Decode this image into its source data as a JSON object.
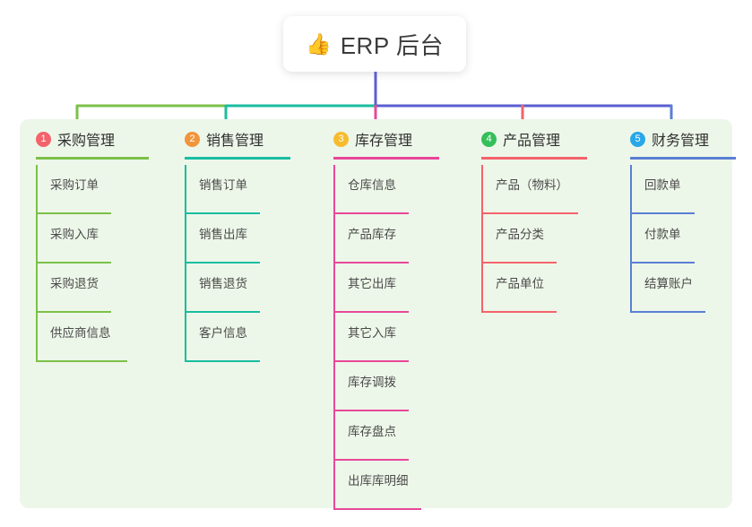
{
  "root": {
    "icon": "thumbs-up-icon",
    "icon_glyph": "👍",
    "title": "ERP 后台"
  },
  "colors": {
    "panel_bg": "#edf7e9",
    "page_bg": "#ffffff",
    "root_line": "#5a5fd0",
    "green": "#7cc04a",
    "teal": "#19bda0",
    "pink": "#e8479a",
    "red": "#f4626b",
    "blue": "#5b7fd4",
    "badge1": "#f4626b",
    "badge2": "#f2943c",
    "badge3": "#f6bc2e",
    "badge4": "#35bf5a",
    "badge5": "#2aa7e8"
  },
  "columns": [
    {
      "index": "1",
      "badge_color": "#f4626b",
      "line_color": "#7cc04a",
      "title": "采购管理",
      "head_rule_width": 126,
      "items": [
        {
          "label": "采购订单",
          "rule_width": 84
        },
        {
          "label": "采购入库",
          "rule_width": 84
        },
        {
          "label": "采购退货",
          "rule_width": 84
        },
        {
          "label": "供应商信息",
          "rule_width": 102
        }
      ]
    },
    {
      "index": "2",
      "badge_color": "#f2943c",
      "line_color": "#19bda0",
      "title": "销售管理",
      "head_rule_width": 118,
      "items": [
        {
          "label": "销售订单",
          "rule_width": 84
        },
        {
          "label": "销售出库",
          "rule_width": 84
        },
        {
          "label": "销售退货",
          "rule_width": 84
        },
        {
          "label": "客户信息",
          "rule_width": 84
        }
      ]
    },
    {
      "index": "3",
      "badge_color": "#f6bc2e",
      "line_color": "#e8479a",
      "title": "库存管理",
      "head_rule_width": 118,
      "items": [
        {
          "label": "仓库信息",
          "rule_width": 84
        },
        {
          "label": "产品库存",
          "rule_width": 84
        },
        {
          "label": "其它出库",
          "rule_width": 84
        },
        {
          "label": "其它入库",
          "rule_width": 84
        },
        {
          "label": "库存调拨",
          "rule_width": 84
        },
        {
          "label": "库存盘点",
          "rule_width": 84
        },
        {
          "label": "出库库明细",
          "rule_width": 98
        }
      ]
    },
    {
      "index": "4",
      "badge_color": "#35bf5a",
      "line_color": "#f4626b",
      "title": "产品管理",
      "head_rule_width": 118,
      "items": [
        {
          "label": "产品（物料）",
          "rule_width": 108
        },
        {
          "label": "产品分类",
          "rule_width": 84
        },
        {
          "label": "产品单位",
          "rule_width": 84
        }
      ]
    },
    {
      "index": "5",
      "badge_color": "#2aa7e8",
      "line_color": "#5b7fd4",
      "title": "财务管理",
      "head_rule_width": 118,
      "items": [
        {
          "label": "回款单",
          "rule_width": 72
        },
        {
          "label": "付款单",
          "rule_width": 72
        },
        {
          "label": "结算账户",
          "rule_width": 84
        }
      ]
    }
  ]
}
